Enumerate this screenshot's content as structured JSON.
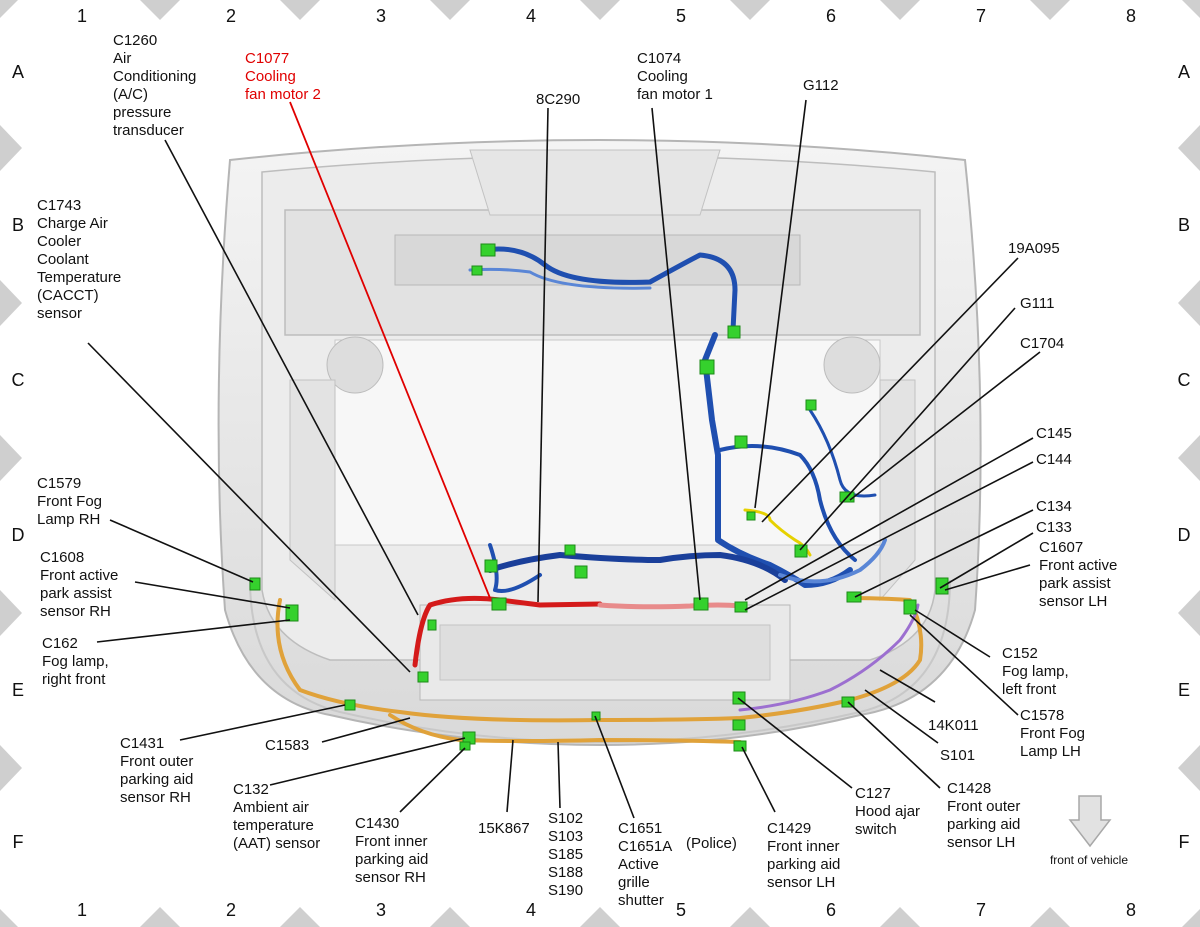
{
  "grid": {
    "columns": [
      "1",
      "2",
      "3",
      "4",
      "5",
      "6",
      "7",
      "8"
    ],
    "rows": [
      "A",
      "B",
      "C",
      "D",
      "E",
      "F"
    ]
  },
  "callouts": {
    "c1260": [
      "C1260",
      "Air",
      "Conditioning",
      "(A/C)",
      "pressure",
      "transducer"
    ],
    "c1077": [
      "C1077",
      "Cooling",
      "fan motor 2"
    ],
    "c8c290": [
      "8C290"
    ],
    "c1074": [
      "C1074",
      "Cooling",
      "fan motor 1"
    ],
    "g112": [
      "G112"
    ],
    "c1743": [
      "C1743",
      "Charge Air",
      "Cooler",
      "Coolant",
      "Temperature",
      "(CACCT)",
      "sensor"
    ],
    "c19a095": [
      "19A095"
    ],
    "g111": [
      "G111"
    ],
    "c1704": [
      "C1704"
    ],
    "c145": [
      "C145"
    ],
    "c144": [
      "C144"
    ],
    "c1579": [
      "C1579",
      "Front Fog",
      "Lamp RH"
    ],
    "c134": [
      "C134"
    ],
    "c133": [
      "C133"
    ],
    "c1608": [
      "C1608",
      "Front active",
      "park assist",
      "sensor RH"
    ],
    "c1607": [
      "C1607",
      "Front active",
      "park assist",
      "sensor LH"
    ],
    "c162": [
      "C162",
      "Fog lamp,",
      "right front"
    ],
    "c152": [
      "C152",
      "Fog lamp,",
      "left front"
    ],
    "c14k011": [
      "14K011"
    ],
    "c1578": [
      "C1578",
      "Front Fog",
      "Lamp LH"
    ],
    "s101": [
      "S101"
    ],
    "c1431": [
      "C1431",
      "Front outer",
      "parking aid",
      "sensor RH"
    ],
    "c1583": [
      "C1583"
    ],
    "c132": [
      "C132",
      "Ambient air",
      "temperature",
      "(AAT) sensor"
    ],
    "c1430": [
      "C1430",
      "Front inner",
      "parking aid",
      "sensor RH"
    ],
    "c15k867": [
      "15K867"
    ],
    "splices": [
      "S102",
      "S103",
      "S185",
      "S188",
      "S190"
    ],
    "c1651": [
      "C1651",
      "C1651A",
      "Active",
      "grille",
      "shutter"
    ],
    "c1651_police": "(Police)",
    "c1429": [
      "C1429",
      "Front inner",
      "parking aid",
      "sensor LH"
    ],
    "c127": [
      "C127",
      "Hood ajar",
      "switch"
    ],
    "c1428": [
      "C1428",
      "Front outer",
      "parking aid",
      "sensor LH"
    ]
  },
  "front_of_vehicle": "front of vehicle",
  "colors": {
    "harness_blue": "#1f4fb0",
    "harness_light_blue": "#5a86d6",
    "harness_red": "#d41a1a",
    "harness_pink": "#e88b8b",
    "harness_orange": "#e0a23a",
    "harness_purple": "#9c6fd0",
    "connector_green": "#35d12d",
    "highlight_label": "#e00000"
  }
}
